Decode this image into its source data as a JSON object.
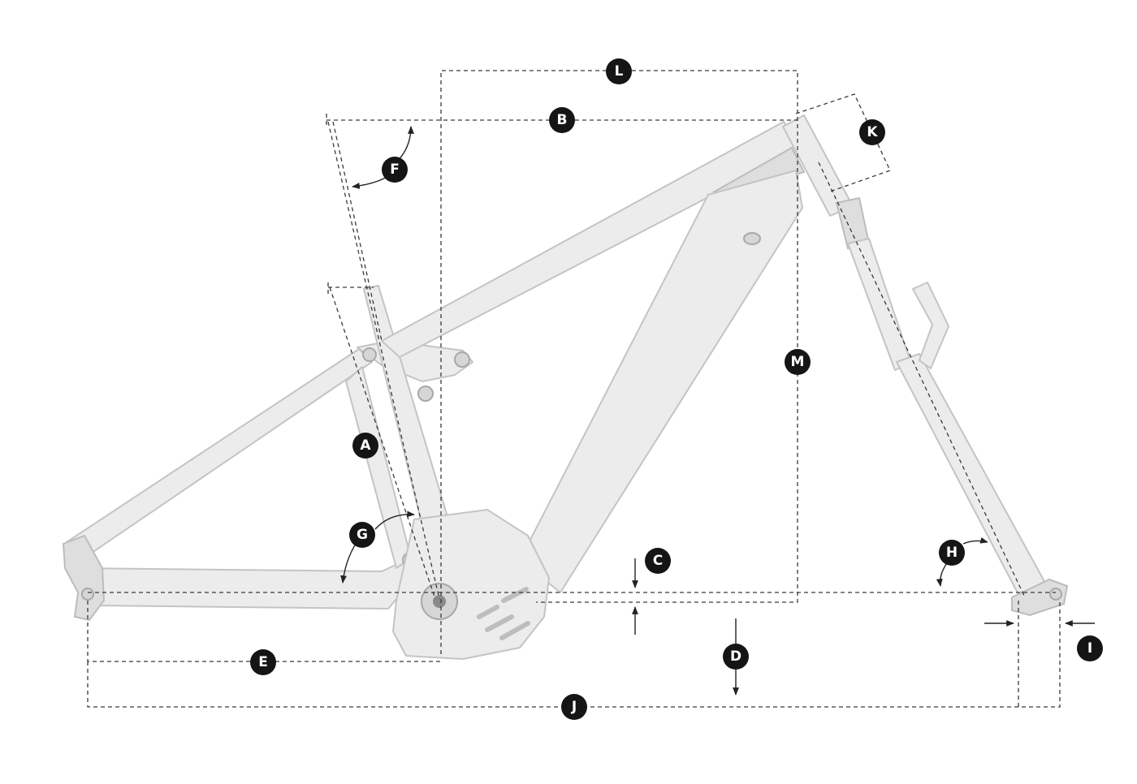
{
  "diagram": {
    "labels": [
      "A",
      "B",
      "C",
      "D",
      "E",
      "F",
      "G",
      "H",
      "I",
      "J",
      "K",
      "L",
      "M"
    ]
  },
  "colors": {
    "frame_fill": "#ececec",
    "frame_stroke": "#c4c4c4",
    "dimension_line": "#3a3a3a",
    "badge_fill": "#151515",
    "badge_text": "#ffffff"
  }
}
